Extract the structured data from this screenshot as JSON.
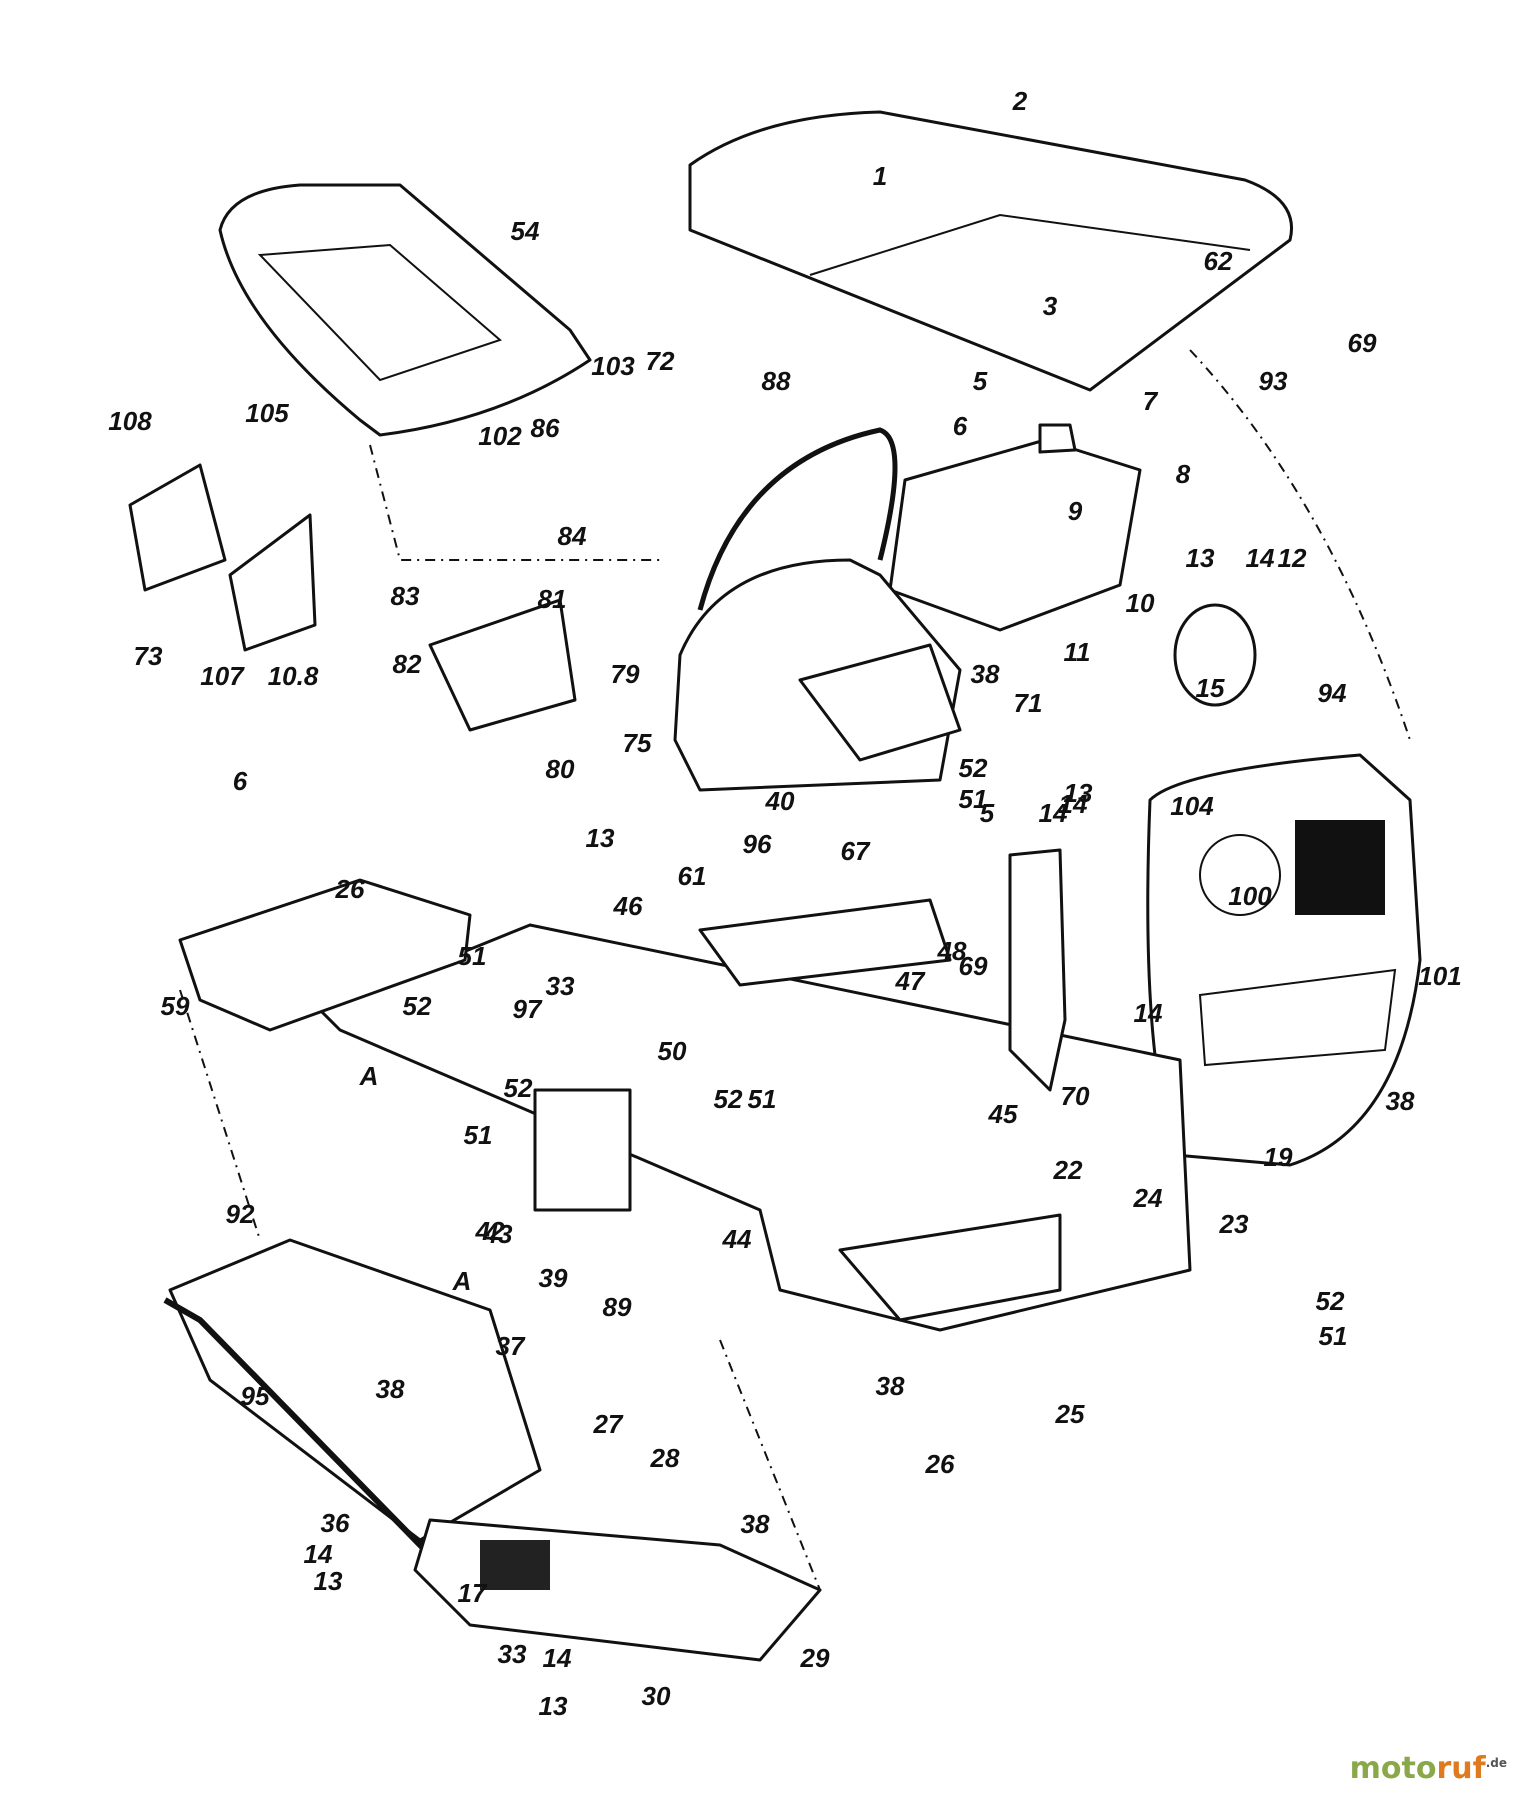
{
  "labels": [
    "1",
    "2",
    "3",
    "5",
    "6",
    "7",
    "8",
    "9",
    "10",
    "11",
    "12",
    "13",
    "14",
    "15",
    "62",
    "69",
    "93",
    "54",
    "103",
    "72",
    "88",
    "86",
    "102",
    "84",
    "83",
    "81",
    "82",
    "79",
    "80",
    "75",
    "38",
    "71",
    "52",
    "51",
    "40",
    "67",
    "104",
    "94",
    "108",
    "105",
    "73",
    "107",
    "10.8",
    "6",
    "26",
    "51",
    "52",
    "59",
    "97",
    "33",
    "50",
    "52",
    "51",
    "45",
    "51",
    "52",
    "A",
    "61",
    "96",
    "46",
    "48",
    "47",
    "13",
    "14",
    "5",
    "14",
    "13",
    "69",
    "70",
    "14",
    "100",
    "101",
    "38",
    "19",
    "92",
    "A",
    "42",
    "39",
    "43",
    "44",
    "89",
    "22",
    "24",
    "23",
    "52",
    "51",
    "38",
    "37",
    "95",
    "27",
    "38",
    "26",
    "25",
    "28",
    "36",
    "14",
    "13",
    "38",
    "17",
    "33",
    "14",
    "13",
    "30",
    "29"
  ],
  "watermark": {
    "part1": "moto",
    "part2": "ruf",
    "suffix": ".de"
  }
}
